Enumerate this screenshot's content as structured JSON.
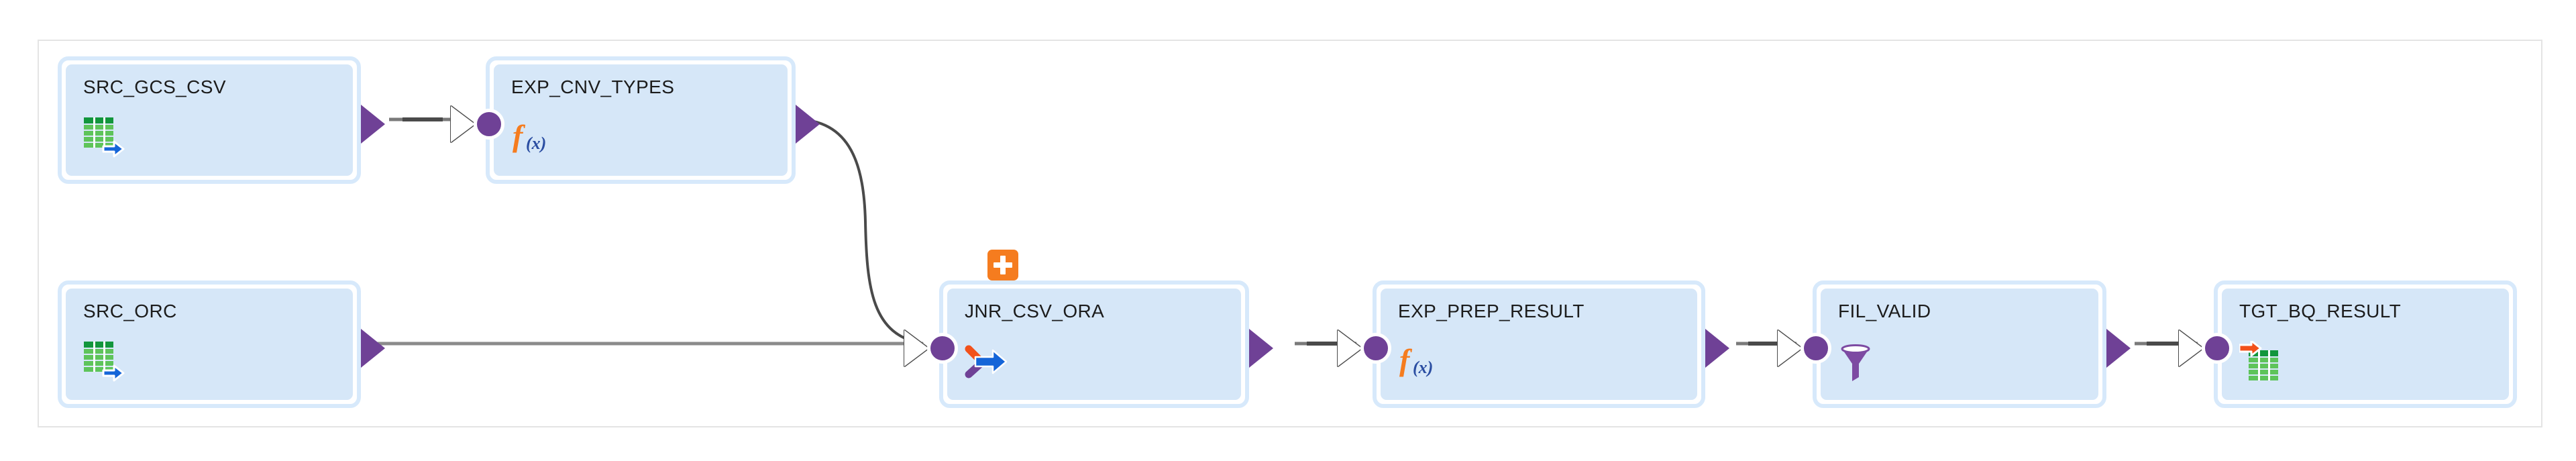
{
  "canvas": {
    "background_color": "#ffffff",
    "border_color": "#e4e4e4"
  },
  "theme": {
    "node_fill": "#d6e7f8",
    "node_glow": "#d7e9fb",
    "port_purple": "#6f4196",
    "badge_orange": "#f57c1f",
    "link_gray": "#7a7a7a",
    "source_green": "#3fae49",
    "source_arrow_blue": "#1565d8",
    "expression_orange": "#f57c1f",
    "expression_blue": "#2b4ea2",
    "filter_purple": "#7d4aa2",
    "target_arrow_orange": "#f2511b",
    "title_color": "#1c1c1c"
  },
  "diagram": {
    "type": "etl-mapping",
    "nodes": [
      {
        "id": "src_gcs_csv",
        "label": "SRC_GCS_CSV",
        "kind": "source",
        "icon": "source-table-icon",
        "has_plus_badge": false
      },
      {
        "id": "exp_cnv_types",
        "label": "EXP_CNV_TYPES",
        "kind": "expression",
        "icon": "expression-fx-icon",
        "has_plus_badge": false
      },
      {
        "id": "src_orc",
        "label": "SRC_ORC",
        "kind": "source",
        "icon": "source-table-icon",
        "has_plus_badge": false
      },
      {
        "id": "jnr_csv_ora",
        "label": "JNR_CSV_ORA",
        "kind": "joiner",
        "icon": "joiner-merge-icon",
        "has_plus_badge": true,
        "badge": "plus-badge"
      },
      {
        "id": "exp_prep_result",
        "label": "EXP_PREP_RESULT",
        "kind": "expression",
        "icon": "expression-fx-icon",
        "has_plus_badge": false
      },
      {
        "id": "fil_valid",
        "label": "FIL_VALID",
        "kind": "filter",
        "icon": "filter-funnel-icon",
        "has_plus_badge": false
      },
      {
        "id": "tgt_bq_result",
        "label": "TGT_BQ_RESULT",
        "kind": "target",
        "icon": "target-table-icon",
        "has_plus_badge": false
      }
    ],
    "links": [
      {
        "from": "src_gcs_csv",
        "to": "exp_cnv_types",
        "style": "straight"
      },
      {
        "from": "exp_cnv_types",
        "to": "jnr_csv_ora",
        "style": "curved"
      },
      {
        "from": "src_orc",
        "to": "jnr_csv_ora",
        "style": "straight"
      },
      {
        "from": "jnr_csv_ora",
        "to": "exp_prep_result",
        "style": "straight"
      },
      {
        "from": "exp_prep_result",
        "to": "fil_valid",
        "style": "straight"
      },
      {
        "from": "fil_valid",
        "to": "tgt_bq_result",
        "style": "straight"
      }
    ]
  }
}
